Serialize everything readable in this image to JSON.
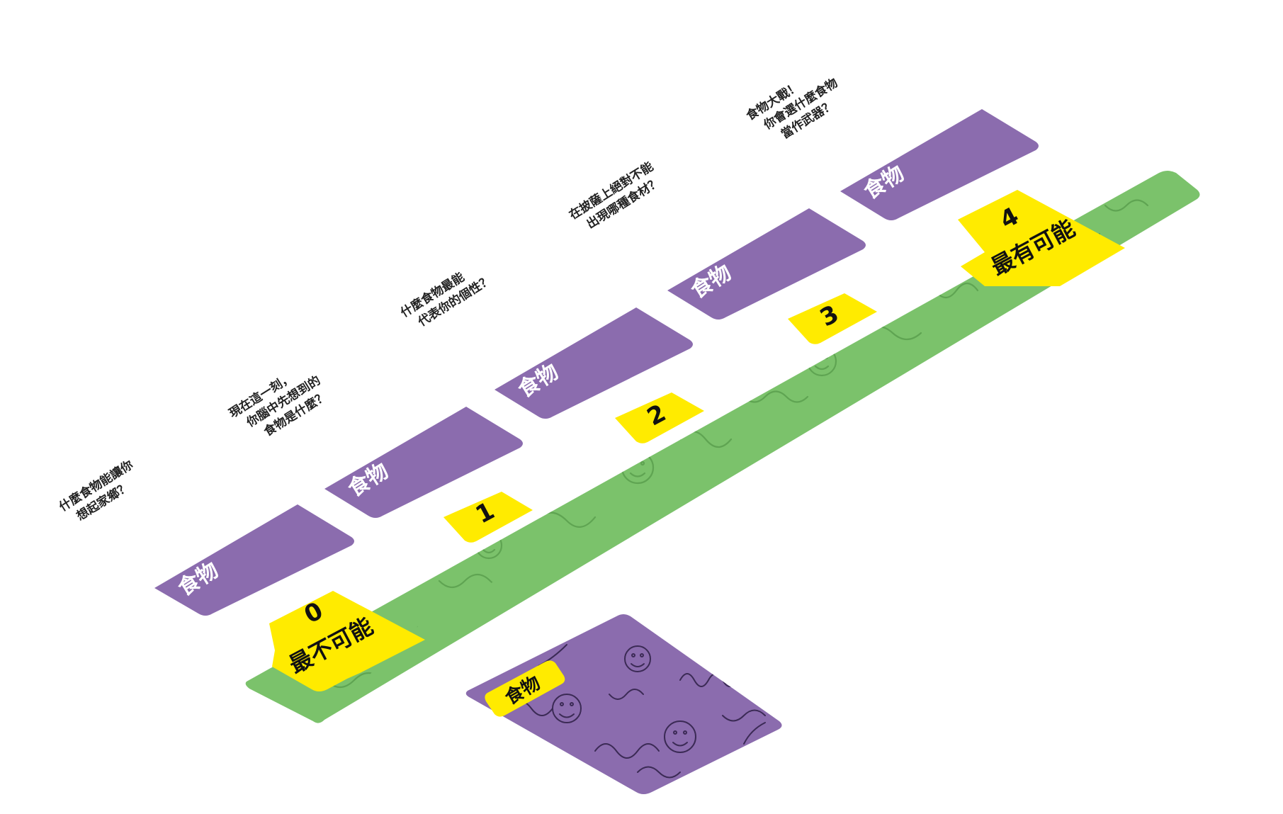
{
  "colors": {
    "purple": "#8b6cae",
    "green": "#7bc26b",
    "yellow": "#ffeb00",
    "text": "#111111"
  },
  "scale": {
    "min_value": "0",
    "min_label": "最不可能",
    "max_value": "4",
    "max_label": "最有可能",
    "steps": [
      {
        "value": "0",
        "card_label": "食物",
        "prompt": [
          "什麼食物能讓你",
          "想起家鄉？"
        ]
      },
      {
        "value": "1",
        "card_label": "食物",
        "prompt": [
          "現在這一刻，",
          "你腦中先想到的",
          "食物是什麼？"
        ]
      },
      {
        "value": "2",
        "card_label": "食物",
        "prompt": [
          "什麼食物最能",
          "代表你的個性？"
        ]
      },
      {
        "value": "3",
        "card_label": "食物",
        "prompt": [
          "在披薩上絕對不能",
          "出現哪種食材？"
        ]
      },
      {
        "value": "4",
        "card_label": "食物",
        "prompt": [
          "食物大戰！",
          "你會選什麼食物",
          "當作武器？"
        ]
      }
    ]
  },
  "deck": {
    "label": "食物",
    "icon": "doodle-pattern-icon"
  }
}
